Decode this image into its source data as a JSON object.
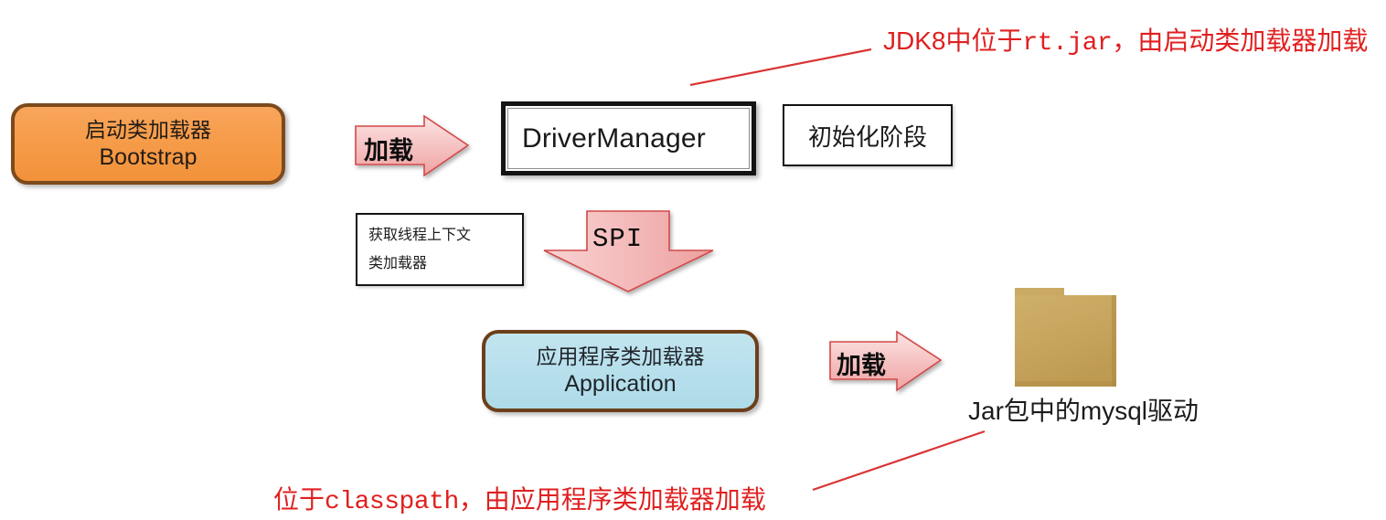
{
  "diagram": {
    "title": "Java class loader SPI diagram",
    "nodes": {
      "bootstrap": {
        "line1": "启动类加载器",
        "line2": "Bootstrap",
        "fill": "#F59A46",
        "border": "#7C4A1C"
      },
      "application": {
        "line1": "应用程序类加载器",
        "line2": "Application",
        "fill": "#B6DFEC",
        "border": "#6C3F1A"
      },
      "drivermanager": {
        "label": "DriverManager",
        "fill": "#FFFFFF",
        "border": "#141414"
      },
      "init_phase": {
        "label": "初始化阶段",
        "fill": "#FFFFFF",
        "border": "#121212"
      },
      "thread_context_loader": {
        "line1": "获取线程上下文",
        "line2": "类加载器",
        "fill": "#FFFFFF",
        "border": "#141414"
      },
      "jar_folder": {
        "icon": "folder-icon",
        "label": "Jar包中的mysql驱动",
        "fill": "#C7A75F"
      }
    },
    "arrows": {
      "load_to_drivermanager": {
        "label": "加载",
        "direction": "right",
        "fill": "#F4BCBC",
        "border": "#D24A4A"
      },
      "spi": {
        "label": "SPI",
        "direction": "down",
        "fill": "#F5C0C0",
        "border": "#D24A4A"
      },
      "load_to_jar": {
        "label": "加载",
        "direction": "right",
        "fill": "#F4BCBC",
        "border": "#D24A4A"
      }
    },
    "annotations": {
      "top": {
        "prefix": "JDK8中位于",
        "mono": "rt.jar",
        "suffix": "，由启动类加载器加载",
        "color": "#E02020"
      },
      "bottom": {
        "prefix": "位于",
        "mono": "classpath",
        "suffix": "，由应用程序类加载器加载",
        "color": "#E02020"
      }
    }
  }
}
